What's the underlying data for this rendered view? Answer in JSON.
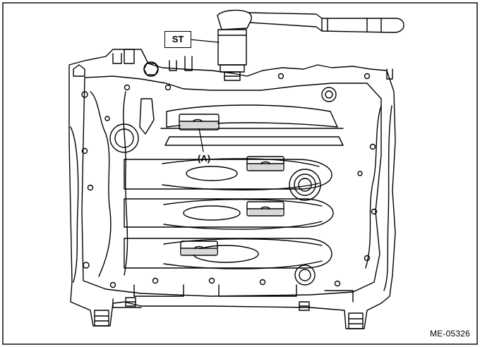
{
  "figure": {
    "callouts": {
      "special_tool": "ST",
      "part_a": "(A)"
    },
    "figure_id": "ME-05326"
  }
}
